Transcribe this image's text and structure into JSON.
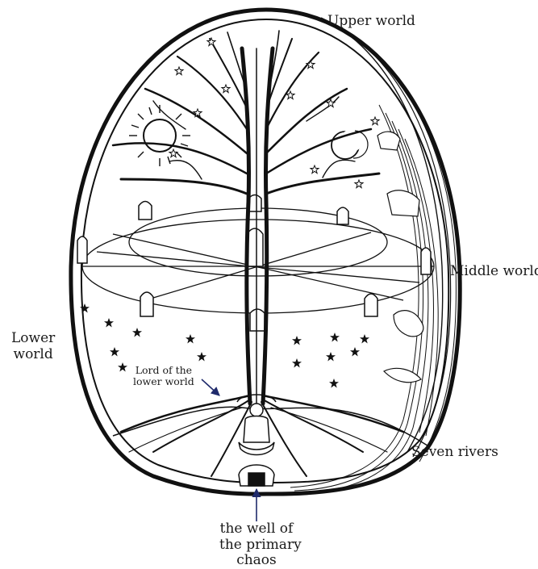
{
  "labels": {
    "upper_world": "Upper world",
    "middle_world": "Middle world",
    "lower_world_line1": "Lower",
    "lower_world_line2": "world",
    "seven_rivers": "Seven rivers",
    "lord_line1": "Lord of the",
    "lord_line2": "lower world",
    "well_line1": "the well of",
    "well_line2": "the primary",
    "well_line3": "chaos"
  },
  "colors": {
    "ink": "#111111",
    "arrow": "#1f2a6b",
    "background": "#ffffff"
  }
}
